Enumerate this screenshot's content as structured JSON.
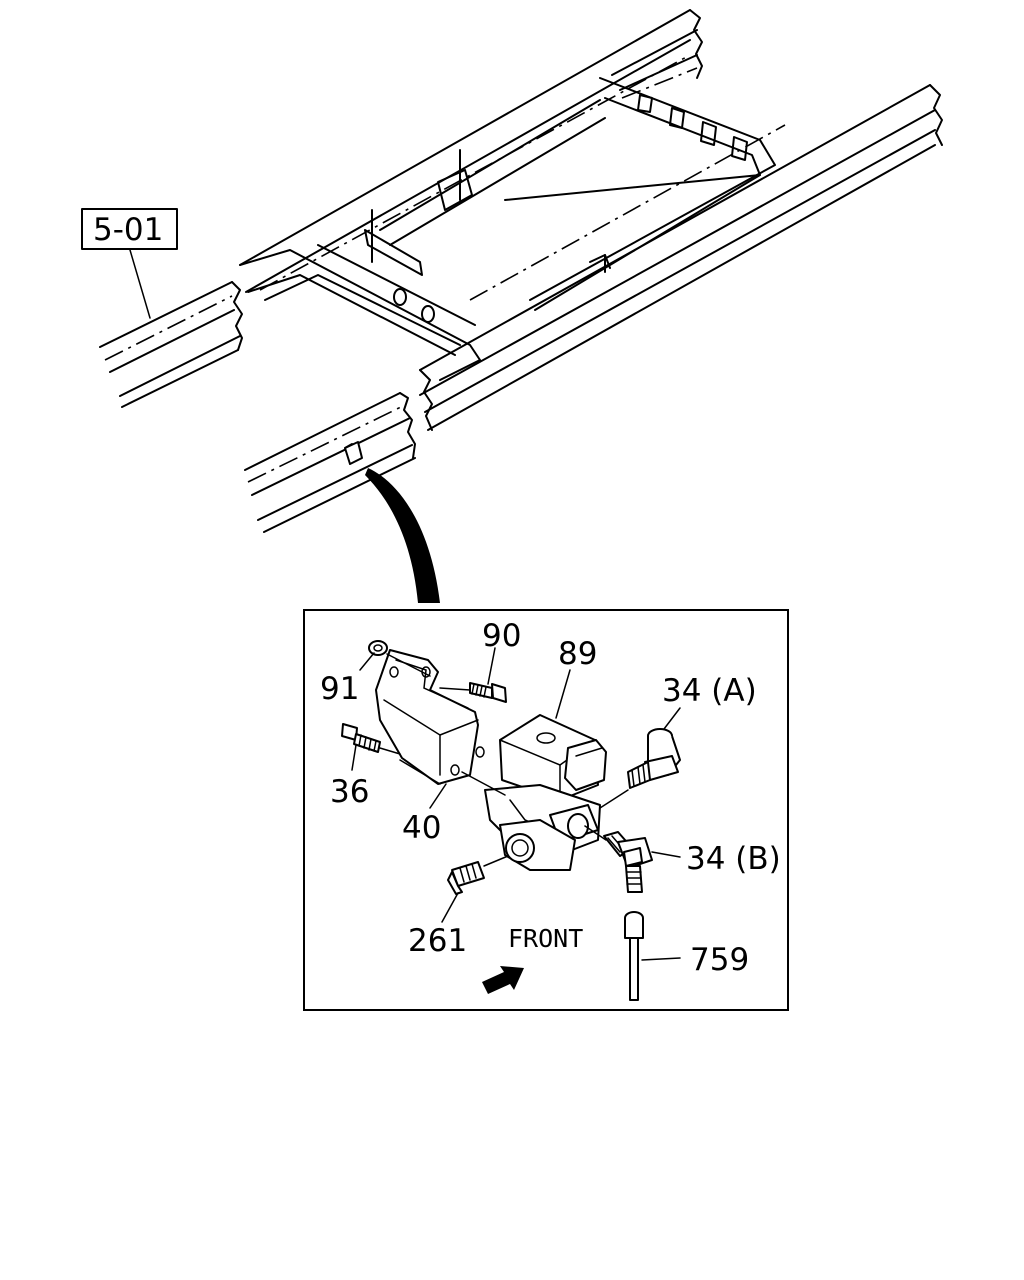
{
  "reference_box": {
    "text": "5-01"
  },
  "callouts": {
    "p90": "90",
    "p89": "89",
    "p91": "91",
    "p34a": "34 (A)",
    "p36": "36",
    "p40": "40",
    "p34b": "34 (B)",
    "p261": "261",
    "p759": "759"
  },
  "direction": {
    "label": "FRONT",
    "icon": "arrow-icon"
  }
}
